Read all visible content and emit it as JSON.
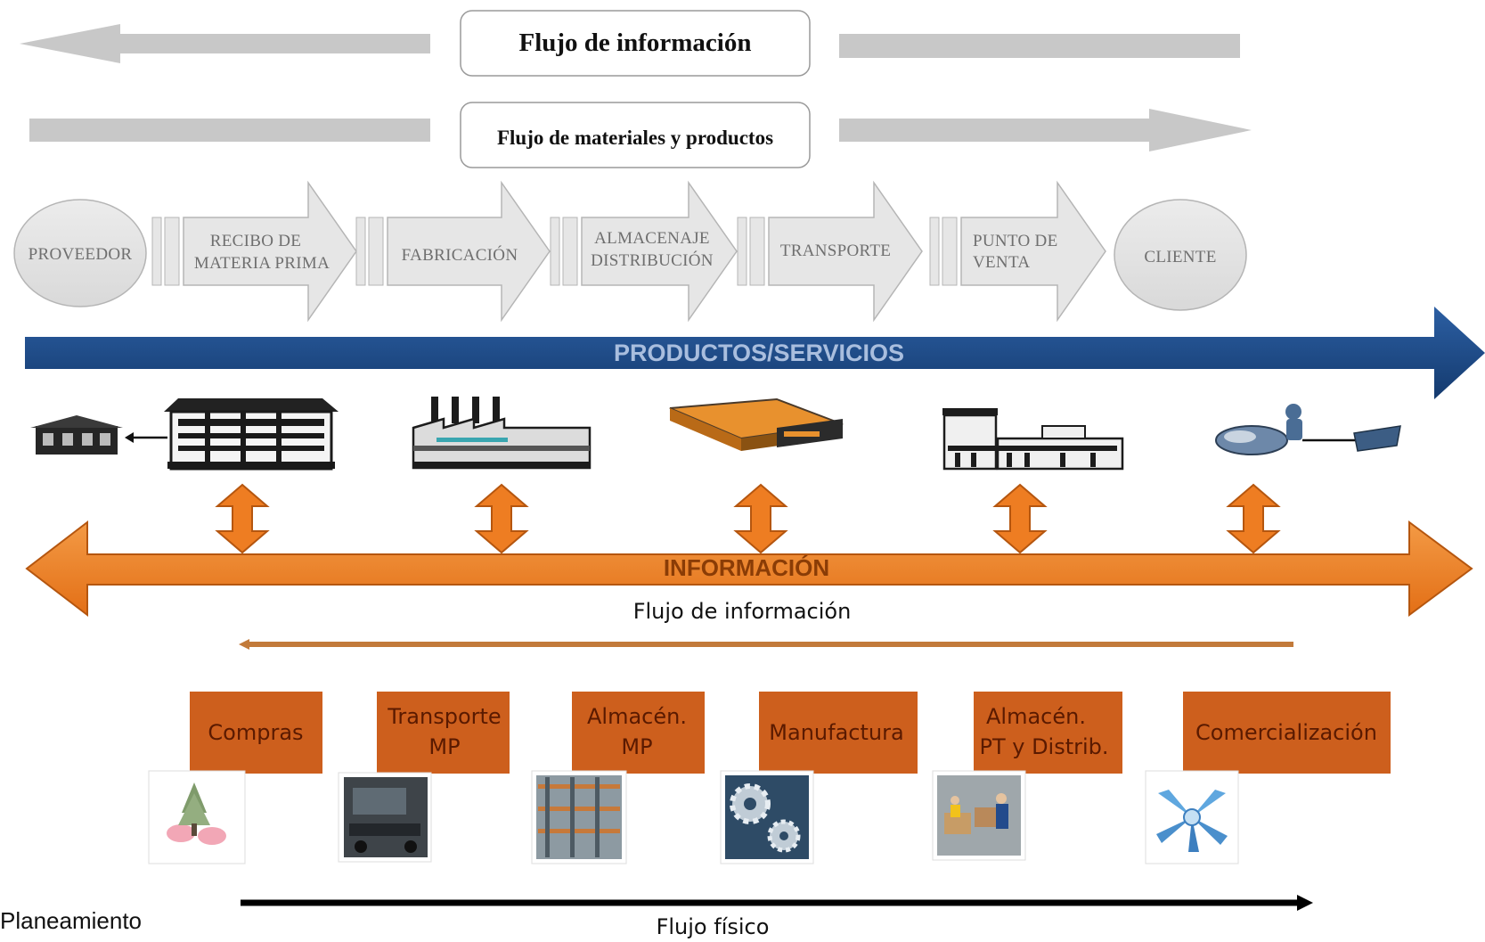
{
  "top_arrows": {
    "info_box": "Flujo de información",
    "materials_box": "Flujo de materiales y productos"
  },
  "chain": {
    "supplier": "PROVEEDOR",
    "customer": "CLIENTE",
    "stages": [
      {
        "line1": "RECIBO DE",
        "line2": "MATERIA PRIMA"
      },
      {
        "line1": "FABRICACIÓN",
        "line2": ""
      },
      {
        "line1": "ALMACENAJE",
        "line2": "DISTRIBUCIÓN"
      },
      {
        "line1": "TRANSPORTE",
        "line2": ""
      },
      {
        "line1": "PUNTO DE",
        "line2": "VENTA"
      }
    ]
  },
  "products_bar": "PRODUCTOS/SERVICIOS",
  "info_bar": "INFORMACIÓN",
  "info_flow_caption": "Flujo de información",
  "departments": [
    {
      "line1": "Compras",
      "line2": "",
      "image": "money-plant-image"
    },
    {
      "line1": "Transporte",
      "line2": "MP",
      "image": "truck-image"
    },
    {
      "line1": "Almacén.",
      "line2": "MP",
      "image": "warehouse-racks-image"
    },
    {
      "line1": "Manufactura",
      "line2": "",
      "image": "gears-image"
    },
    {
      "line1": "Almacén.",
      "line2": "PT y Distrib.",
      "image": "workers-boxes-image"
    },
    {
      "line1": "Comercialización",
      "line2": "",
      "image": "network-arrows-image"
    }
  ],
  "physical_flow_caption": "Flujo físico",
  "footer_label": "Planeamiento",
  "colors": {
    "grey_arrow": "#c8c8c8",
    "chain_fill": "#e6e6e6",
    "blue_bar": "#1f4e8c",
    "orange_bar": "#ee7d22",
    "dept_box": "#cd5f1d"
  },
  "icons": [
    "supplier-building-icon",
    "warehouse-building-icon",
    "factory-icon",
    "truck-container-icon",
    "store-icon",
    "customer-jetski-icon"
  ]
}
